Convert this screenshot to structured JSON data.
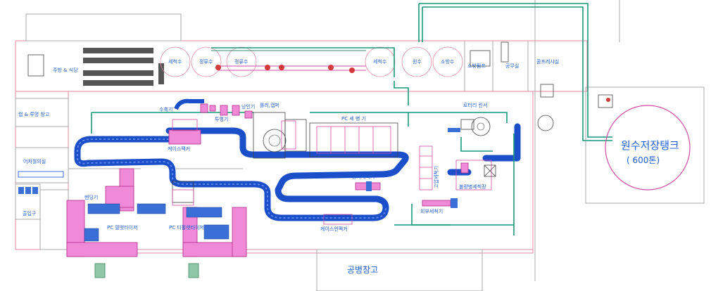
{
  "rooms": {
    "kitchen": "주방 & 식당",
    "lab_locker": "랩 & 루명 창고",
    "materials": "어자월의실",
    "entrance": "출입구",
    "fire_pump": "소방펌프",
    "office": "공무실",
    "compressor": "콤프레샤실",
    "warehouse": "공병창고"
  },
  "tanks": {
    "wash": "세척수",
    "pure1": "정류수",
    "pure2": "정류수",
    "wash2": "세척수",
    "raw": "원수",
    "fire": "소방수"
  },
  "machines": {
    "water_collector": "수축기",
    "hopper": "투명기",
    "uncapper": "낭인기",
    "roller": "롤러,캡퍼",
    "rotary_rinser": "로터리 린서",
    "pc_washer": "PC 세 병 기",
    "case_packer": "케이스팩커",
    "sampling_washer": "상자세척기",
    "high_pressure": "고압세척기",
    "defect_station": "불량병세척장",
    "outer_washer": "외부세척기",
    "case_unpacker": "케이스언팩커",
    "banding": "밴딩기",
    "palletizer": "PC 팔렛타이저",
    "depalletizer": "PC 디팔렛타이저"
  },
  "raw_tank": {
    "name": "원수저장탱크",
    "capacity": "( 600톤)"
  },
  "colors": {
    "conveyor": "#1b4fc9",
    "pipe": "#1a9a78",
    "machine_pink": "#f08ad8",
    "wall": "#e58aa0",
    "label": "#1f5fd6"
  }
}
